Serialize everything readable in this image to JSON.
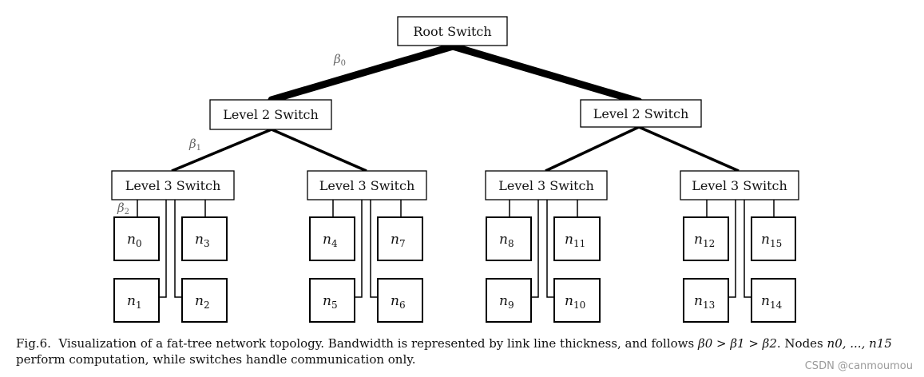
{
  "diagram": {
    "root_label": "Root Switch",
    "level2_label": "Level 2 Switch",
    "level3_label": "Level 3 Switch",
    "bandwidth_labels": {
      "beta0": {
        "symbol": "β",
        "sub": "0"
      },
      "beta1": {
        "symbol": "β",
        "sub": "1"
      },
      "beta2": {
        "symbol": "β",
        "sub": "2"
      }
    },
    "nodes": [
      {
        "symbol": "n",
        "sub": "0"
      },
      {
        "symbol": "n",
        "sub": "3"
      },
      {
        "symbol": "n",
        "sub": "1"
      },
      {
        "symbol": "n",
        "sub": "2"
      },
      {
        "symbol": "n",
        "sub": "4"
      },
      {
        "symbol": "n",
        "sub": "7"
      },
      {
        "symbol": "n",
        "sub": "5"
      },
      {
        "symbol": "n",
        "sub": "6"
      },
      {
        "symbol": "n",
        "sub": "8"
      },
      {
        "symbol": "n",
        "sub": "11"
      },
      {
        "symbol": "n",
        "sub": "9"
      },
      {
        "symbol": "n",
        "sub": "10"
      },
      {
        "symbol": "n",
        "sub": "12"
      },
      {
        "symbol": "n",
        "sub": "15"
      },
      {
        "symbol": "n",
        "sub": "13"
      },
      {
        "symbol": "n",
        "sub": "14"
      }
    ]
  },
  "caption": {
    "prefix": "Fig.6.",
    "text_1": "Visualization of a fat-tree network topology. Bandwidth is represented by link line thickness, and follows",
    "relation": "β0 > β1 > β2",
    "text_2": ". Nodes",
    "nodes_range": "n0, ..., n15",
    "text_3": "perform computation, while switches handle communication only."
  },
  "watermark": "CSDN @canmoumou"
}
